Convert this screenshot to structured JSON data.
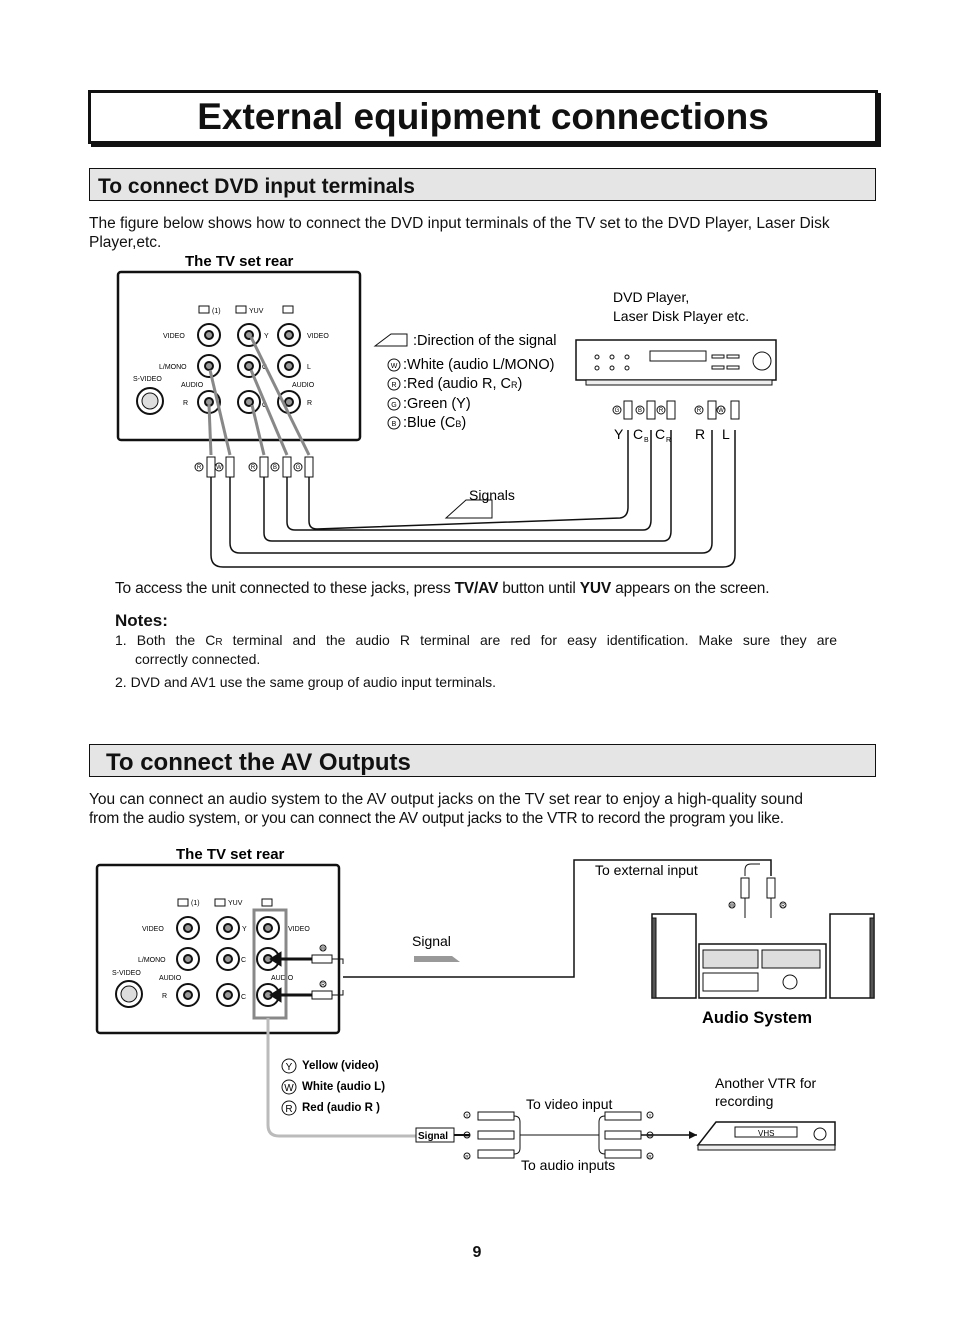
{
  "page_title": "External equipment connections",
  "dvd_section": {
    "heading": "To connect DVD input terminals",
    "intro": "The figure below shows how to connect the DVD input terminals of the TV set to the DVD Player, Laser Disk Player,etc.",
    "tv_rear_label": "The TV set rear",
    "tv_panel": {
      "in1": "(1)",
      "yuv": "YUV",
      "video_left": "VIDEO",
      "lmono": "L/MONO",
      "svideo": "S-VIDEO",
      "audio": "AUDIO",
      "r": "R",
      "y": "Y",
      "cb": "C",
      "cb_sub": "B",
      "cr": "C",
      "cr_sub": "R",
      "video_right": "VIDEO",
      "l": "L"
    },
    "dvd_player_label_1": "DVD Player,",
    "dvd_player_label_2": "Laser Disk Player etc.",
    "legend": {
      "direction": ":Direction of the signal",
      "white": ":White (audio L/MONO)",
      "red": ":Red (audio R, C",
      "red_sub": "R",
      "red_end": ")",
      "green": ":Green (Y)",
      "blue": ":Blue (C",
      "blue_sub": "B",
      "blue_end": ")"
    },
    "plug_letters": {
      "w": "W",
      "r": "R",
      "g": "G",
      "b": "B"
    },
    "dvd_jack_labels": {
      "y": "Y",
      "cb": "C",
      "cb_sub": "B",
      "cr": "C",
      "cr_sub": "R",
      "r": "R",
      "l": "L"
    },
    "signals_label": "Signals",
    "access_text_1": "To access the unit connected to these jacks, press ",
    "access_bold_1": "TV/AV",
    "access_text_2": " button until ",
    "access_bold_2": "YUV",
    "access_text_3": " appears on the screen.",
    "notes_heading": "Notes:",
    "note1_num": "1.",
    "note1_a": "Both the C",
    "note1_sub": "R",
    "note1_b": " terminal and the audio R terminal are red for easy identification. Make sure they are",
    "note1_c": "correctly connected.",
    "note2": "2. DVD and AV1 use the same group of audio input terminals."
  },
  "av_section": {
    "heading": "To connect the AV Outputs",
    "intro_1": "You can connect an audio system to the AV output jacks on the TV set rear to enjoy a high-quality sound",
    "intro_2": "from the audio system, or you can connect the AV output jacks to the VTR to record the program you like.",
    "tv_rear_label": "The TV set rear",
    "to_external_input": "To external input",
    "signal_label": "Signal",
    "audio_system_label": "Audio System",
    "legend": {
      "yellow": "Yellow (video)",
      "white": "White (audio L)",
      "red": "Red (audio R )"
    },
    "legend_letters": {
      "y": "Y",
      "w": "W",
      "r": "R"
    },
    "signal_tag": "Signal",
    "to_video_input": "To video input",
    "to_audio_inputs": "To audio inputs",
    "another_vtr_1": "Another VTR for",
    "another_vtr_2": "recording",
    "vhs": "VHS"
  },
  "page_number": "9"
}
